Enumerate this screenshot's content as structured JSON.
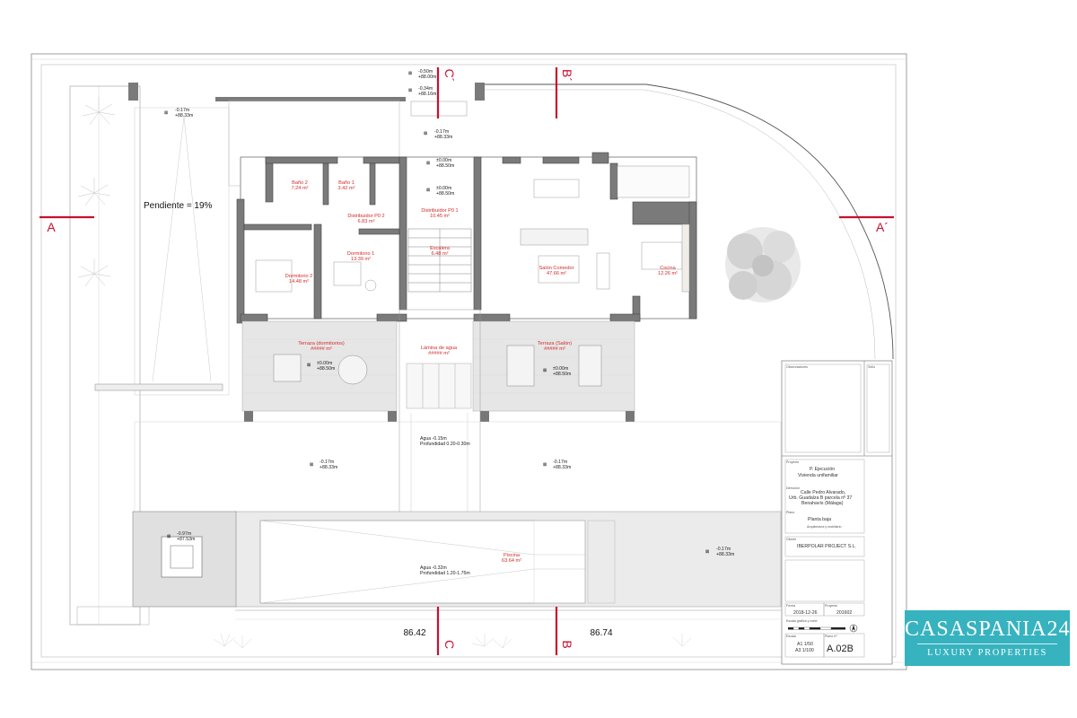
{
  "plan": {
    "slope_label": "Pendiente = 19%",
    "sections": [
      "A",
      "A´",
      "B´",
      "C´",
      "B",
      "C"
    ],
    "dimensions": [
      "86.42",
      "86.74"
    ],
    "levels": [
      {
        "a": "-0.50m",
        "b": "+88.00m"
      },
      {
        "a": "-0.34m",
        "b": "+88.16m"
      },
      {
        "a": "-0.17m",
        "b": "+88.33m"
      },
      {
        "a": "-0.17m",
        "b": "+88.33m"
      },
      {
        "a": "±0.00m",
        "b": "+88.50m"
      },
      {
        "a": "±0.00m",
        "b": "+88.50m"
      },
      {
        "a": "±0.00m",
        "b": "+88.50m"
      },
      {
        "a": "±0.00m",
        "b": "+88.50m"
      },
      {
        "a": "-0.17m",
        "b": "+88.33m"
      },
      {
        "a": "-0.17m",
        "b": "+88.33m"
      },
      {
        "a": "-0.97m",
        "b": "+87.53m"
      },
      {
        "a": "-0.17m",
        "b": "+88.33m"
      }
    ],
    "rooms": [
      {
        "name": "Baño 2",
        "area": "7.24 m²"
      },
      {
        "name": "Baño 1",
        "area": "3.42 m²"
      },
      {
        "name": "Distribuidor P0 2",
        "area": "6.83 m²"
      },
      {
        "name": "Distribuidor P0 1",
        "area": "10.45 m²"
      },
      {
        "name": "Escalera",
        "area": "6.48 m²"
      },
      {
        "name": "Dormitorio 1",
        "area": "13.39 m²"
      },
      {
        "name": "Dormitorio 2",
        "area": "14.48 m²"
      },
      {
        "name": "Salón Comedor",
        "area": "47.66 m²"
      },
      {
        "name": "Cocina",
        "area": "12.26 m²"
      },
      {
        "name": "Terraza (dormitorios)",
        "area": "##### m²"
      },
      {
        "name": "Lámina de agua",
        "area": "##### m²"
      },
      {
        "name": "Terraza (Salón)",
        "area": "##### m²"
      },
      {
        "name": "Piscina",
        "area": "63.64 m²"
      }
    ],
    "water": {
      "line1": "Agua -0.15m",
      "line2": "Profundidad 0.20-0.30m"
    },
    "pool": {
      "line1": "Agua -0.32m",
      "line2": "Profundidad 1.20-1.75m"
    }
  },
  "title_block": {
    "observaciones": "Observaciones",
    "sello": "Sello",
    "proyecto_label": "Proyecto",
    "proyecto_1": "P. Ejecución",
    "proyecto_2": "Vivienda unifamiliar",
    "direccion_label": "Dirección",
    "direccion_1": "Calle Pedro Alvarado,",
    "direccion_2": "Urb. Guadalza B parcela nº 37",
    "direccion_3": "Benahavís (Málaga)",
    "plano_label": "Plano",
    "plano_1": "Planta baja",
    "plano_2": "Arquitectura y mobiliario",
    "cliente_label": "Cliente",
    "cliente": "IBERPOLAR PROJECT S.L.",
    "fecha_label": "Fecha",
    "fecha": "2018-12-26",
    "proyecto_num_label": "Proyecto",
    "proyecto_num": "201602",
    "escala_grafica_label": "Escala gráfica y norte",
    "escala_label": "Escala",
    "escala_1": "A1 1/50",
    "escala_2": "A3 1/100",
    "plano_num_label": "Plano nº",
    "plano_num": "A.02B"
  },
  "logo": {
    "main": "CASASPANIA24",
    "sub": "LUXURY PROPERTIES"
  },
  "colors": {
    "section_marks": "#c8102e",
    "room_labels": "#d42b2b",
    "logo_bg": "#36b3bf",
    "walls": "#7a7a7a"
  }
}
